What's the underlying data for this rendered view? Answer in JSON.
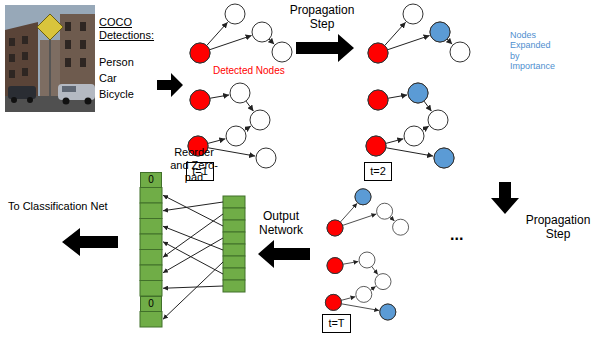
{
  "diagram": {
    "nodes": [
      {
        "text": [
          "t=1"
        ]
      },
      {
        "text": [
          "t=2"
        ]
      },
      {
        "text": [
          "t=T"
        ]
      },
      {
        "text": [
          "0"
        ]
      },
      {
        "text": [
          "0"
        ]
      }
    ],
    "labels": [
      "COCO Detections:",
      "Person",
      "Car",
      "Bicycle",
      "Detected Nodes",
      "Propagation Step",
      "Nodes Expanded by Importance",
      "Propagation Step",
      "...",
      "Output Network",
      "Reorder and Zero-pad",
      "To Classification Net"
    ]
  }
}
